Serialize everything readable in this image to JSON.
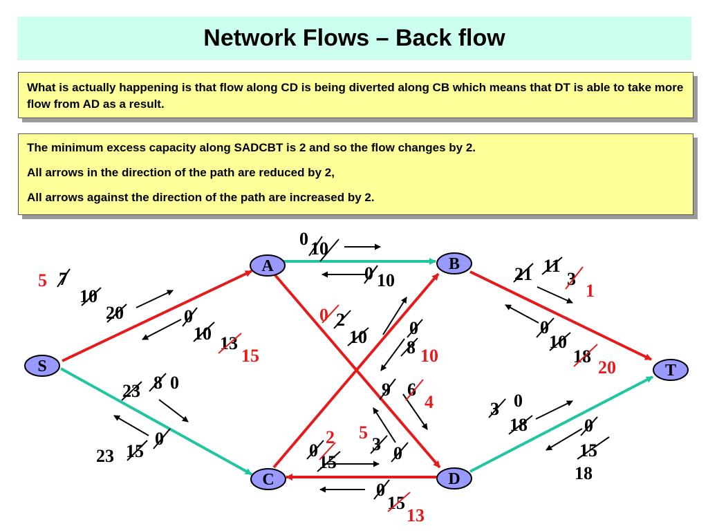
{
  "title": "Network Flows – Back flow",
  "note1": "What is actually happening is that flow along CD is being diverted along CB which means that DT is able to take more flow from AD as a result.",
  "note2": [
    "The minimum excess capacity along SADCBT is 2 and so the flow changes by 2.",
    "All arrows in the direction of the path are reduced by 2,",
    "All arrows against the direction of the path are increased by 2."
  ],
  "nodes": [
    "S",
    "A",
    "B",
    "C",
    "D",
    "T"
  ],
  "labels": {
    "AB_fwd_0": "0",
    "AB_fwd_10": "10",
    "AB_back_0": "0",
    "AB_back_10": "10",
    "SA_5": "5",
    "SA_7": "7",
    "SA_10": "10",
    "SA_20": "20",
    "SA_back_0": "0",
    "SA_back_10": "10",
    "SA_back_13": "13",
    "SA_back_15": "15",
    "BT_21": "21",
    "BT_11": "11",
    "BT_3": "3",
    "BT_1": "1",
    "BT_back_0": "0",
    "BT_back_10": "10",
    "BT_back_18": "18",
    "BT_back_20": "20",
    "CB_0": "0",
    "CB_2": "2",
    "CB_10": "10",
    "CB_back_0": "0",
    "CB_back_8": "8",
    "CB_back_10": "10",
    "SC_23": "23",
    "SC_8": "8",
    "SC_0": "0",
    "SC_back_23": "23",
    "SC_back_15": "15",
    "SC_back_0": "0",
    "AD_9": "9",
    "AD_6": "6",
    "AD_4": "4",
    "AD_back_5": "5",
    "AD_back_3": "3",
    "AD_back_0": "0",
    "DC_0": "0",
    "DC_2": "2",
    "DC_15": "15",
    "DC_back_0": "0",
    "DC_back_15": "15",
    "DC_back_13": "13",
    "DT_3": "3",
    "DT_0": "0",
    "DT_18": "18",
    "DT_back_0": "0",
    "DT_back_15": "15",
    "DT_back_18": "18"
  },
  "colors": {
    "path": "#e41a1c",
    "other_edge": "#1fc6a0",
    "node_fill": "#9999ff",
    "text_red": "#e41a1c"
  }
}
